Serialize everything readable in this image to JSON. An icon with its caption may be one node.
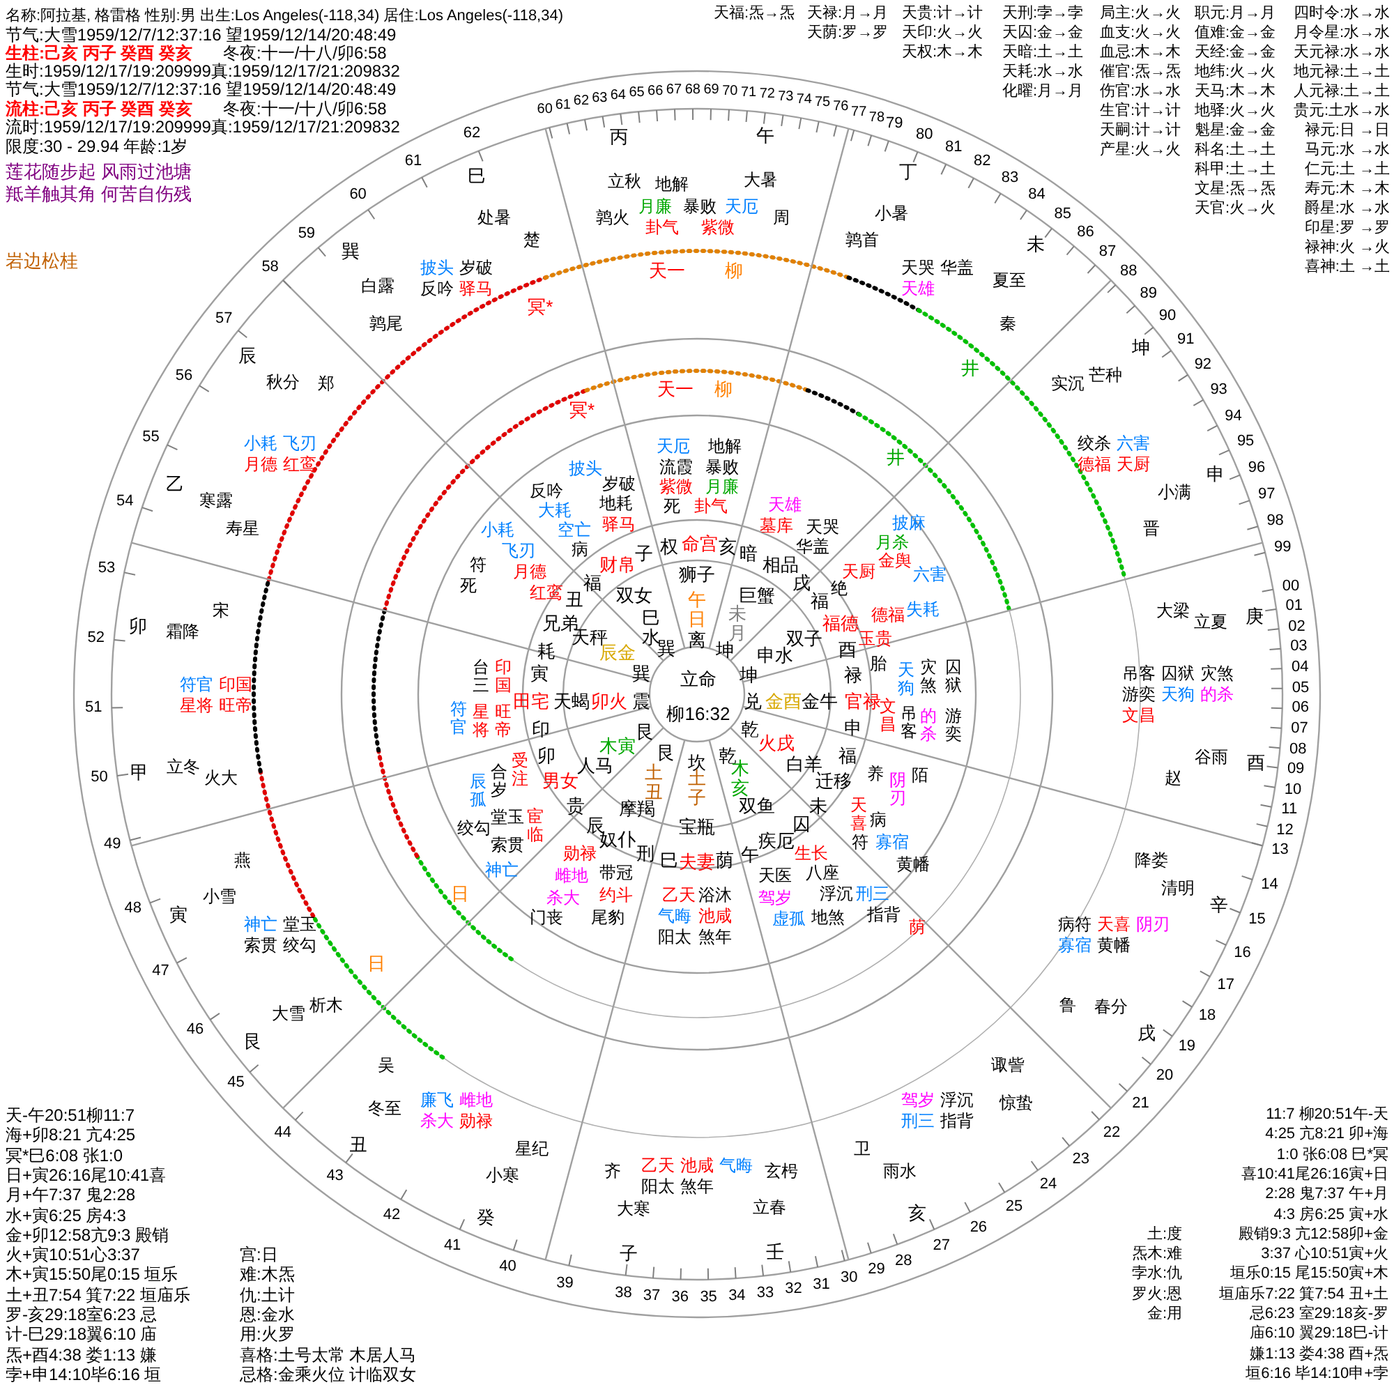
{
  "diagram": {
    "labels": [
      "名称:阿拉基, 格雷格 性别:男 出生:Los Angeles(-118,34) 居住:Los Angeles(-118,34)",
      "节气:大雪1959/12/7/12:37:16 望1959/12/14/20:48:49",
      "生柱:己亥 丙子 癸酉 癸亥",
      "冬夜:十一/十八/卯6:58",
      "生时:1959/12/17/19:209999真:1959/12/17/21:209832",
      "节气:大雪1959/12/7/12:37:16 望1959/12/14/20:48:49",
      "流柱:己亥 丙子 癸酉 癸亥",
      "冬夜:十一/十八/卯6:58",
      "流时:1959/12/17/19:209999真:1959/12/17/21:209832",
      "限度:30 - 29.94 年龄:1岁",
      "莲花随步起 风雨过池塘",
      "羝羊触其角 何苦自伤残",
      "岩边松桂",
      "天福:炁→炁",
      "天禄:月→月",
      "天贵:计→计",
      "天刑:孛→孛",
      "局主:火→火",
      "职元:月→月",
      "四时令:水→水",
      "天荫:罗→罗",
      "天印:火→火",
      "天囚:金→金",
      "血支:火→火",
      "值难:金→金",
      "月令星:水→水",
      "天权:木→木",
      "天暗:土→土",
      "血忌:木→木",
      "天经:金→金",
      "天元禄:水→水",
      "天耗:水→水",
      "催官:炁→炁",
      "地纬:火→火",
      "地元禄:土→土",
      "化曜:月→月",
      "伤官:水→水",
      "天马:木→木",
      "人元禄:土→土",
      "生官:计→计",
      "地驿:火→火",
      "贵元:土水→水",
      "天嗣:计→计",
      "魁星:金→金",
      "禄元:日 →日",
      "产星:火→火",
      "科名:土→土",
      "马元:水 →水",
      "科甲:土→土",
      "仁元:土 →土",
      "文星:炁→炁",
      "寿元:木 →木",
      "天官:火→火",
      "爵星:水 →水",
      "印星:罗 →罗",
      "禄神:火 →火",
      "喜神:土 →土",
      "00",
      "01",
      "02",
      "03",
      "04",
      "05",
      "06",
      "07",
      "08",
      "09",
      "10",
      "11",
      "12",
      "13",
      "14",
      "15",
      "16",
      "17",
      "18",
      "19",
      "20",
      "21",
      "22",
      "23",
      "24",
      "25",
      "26",
      "27",
      "39",
      "38",
      "37",
      "36",
      "35",
      "34",
      "33",
      "32",
      "31",
      "30",
      "29",
      "28",
      "40",
      "41",
      "42",
      "43",
      "44",
      "45",
      "46",
      "47",
      "48",
      "49",
      "50",
      "51",
      "52",
      "53",
      "54",
      "55",
      "56",
      "57",
      "58",
      "59",
      "60",
      "61",
      "62",
      "60",
      "61",
      "62",
      "63",
      "64",
      "65",
      "66",
      "67",
      "68",
      "69",
      "70",
      "71",
      "72",
      "73",
      "74",
      "75",
      "76",
      "77",
      "78",
      "79",
      "80",
      "81",
      "82",
      "83",
      "84",
      "85",
      "86",
      "87",
      "88",
      "89",
      "90",
      "91",
      "92",
      "93",
      "94",
      "95",
      "96",
      "97",
      "98",
      "99",
      "丙",
      "午",
      "丁",
      "未",
      "坤",
      "申",
      "庚",
      "酉",
      "辛",
      "戌",
      "亥",
      "子",
      "壬",
      "癸",
      "丑",
      "艮",
      "寅",
      "甲",
      "卯",
      "乙",
      "辰",
      "巽",
      "巳",
      "立秋",
      "大暑",
      "小暑",
      "夏至",
      "芒种",
      "小满",
      "立夏",
      "谷雨",
      "清明",
      "春分",
      "惊蛰",
      "雨水",
      "大寒",
      "立春",
      "小寒",
      "冬至",
      "大雪",
      "小雪",
      "立冬",
      "霜降",
      "寒露",
      "秋分",
      "白露",
      "处暑",
      "鹑火",
      "周",
      "鹑首",
      "秦",
      "实沉",
      "晋",
      "大梁",
      "赵",
      "降娄",
      "鲁",
      "诹訾",
      "卫",
      "齐",
      "玄枵",
      "星纪",
      "吴",
      "析木",
      "燕",
      "火大",
      "宋",
      "寿星",
      "郑",
      "鹑尾",
      "楚",
      "地解",
      "月廉",
      "暴败",
      "天厄",
      "卦气",
      "紫微",
      "天哭",
      "华盖",
      "天雄",
      "绞杀",
      "六害",
      "德福",
      "天厨",
      "吊客",
      "囚狱",
      "灾煞",
      "游奕",
      "天狗",
      "的杀",
      "文昌",
      "病符",
      "天喜",
      "阴刃",
      "寡宿",
      "黄幡",
      "驾岁",
      "浮沉",
      "刑三",
      "指背",
      "乙天",
      "池咸",
      "气晦",
      "阳太",
      "煞年",
      "廉飞",
      "雌地",
      "杀大",
      "勋禄",
      "神亡",
      "堂玉",
      "索贯",
      "绞勾",
      "符官",
      "印国",
      "星将",
      "旺帝",
      "小耗",
      "飞刃",
      "月德",
      "红鸾",
      "披头",
      "岁破",
      "反吟",
      "驿马",
      "天厄",
      "地解",
      "流霞",
      "暴败",
      "紫微",
      "月廉",
      "死",
      "卦气",
      "天雄",
      "墓库",
      "天哭",
      "华盖",
      "披麻",
      "月杀",
      "金舆",
      "天厨",
      "绝",
      "六害",
      "德福",
      "失耗",
      "玉贵",
      "胎",
      "天狗",
      "灾煞",
      "文昌",
      "吊客",
      "的杀",
      "囚狱",
      "游奕",
      "养",
      "阴刃",
      "陌",
      "天喜",
      "病",
      "符",
      "寡宿",
      "黄幡",
      "生长",
      "天医",
      "八座",
      "驾岁",
      "浮沉",
      "刑三",
      "虚孤",
      "地煞",
      "指背",
      "荫",
      "乙天",
      "浴沐",
      "气晦",
      "池咸",
      "阳太",
      "煞年",
      "带冠",
      "约斗",
      "尾豹",
      "勋禄",
      "雌地",
      "杀大",
      "门丧",
      "辰孤",
      "合岁",
      "受注",
      "宦临",
      "堂玉",
      "绞勾",
      "索贯",
      "神亡",
      "台三",
      "印国",
      "符官",
      "星将",
      "旺帝",
      "反吟",
      "披头",
      "岁破",
      "地耗",
      "大耗",
      "空亡",
      "驿马",
      "病",
      "小耗",
      "飞刃",
      "月德",
      "红鸾",
      "符",
      "死",
      "天一",
      "柳",
      "冥*",
      "井",
      "日",
      "天一",
      "柳",
      "冥*",
      "井",
      "日",
      "狮子",
      "午日",
      "离",
      "巨蟹",
      "未月",
      "坤",
      "双子",
      "申水",
      "坤",
      "兑",
      "金酉",
      "金牛",
      "乾",
      "火戌",
      "白羊",
      "乾",
      "木亥",
      "双鱼",
      "坎",
      "土子",
      "宝瓶",
      "艮",
      "土丑",
      "摩羯",
      "艮",
      "木寅",
      "人马",
      "天蝎",
      "卯火",
      "震",
      "巽",
      "辰金",
      "天秤",
      "巽",
      "巳水",
      "双女",
      "权",
      "命宫",
      "亥",
      "暗",
      "相品",
      "戌",
      "福",
      "福德",
      "酉",
      "禄",
      "官禄",
      "申",
      "福",
      "迁移",
      "未",
      "辰",
      "奴仆",
      "刑",
      "巳",
      "夫妻",
      "荫",
      "午",
      "疾厄",
      "囚",
      "贵",
      "男女",
      "卯",
      "印",
      "田宅",
      "寅",
      "耗",
      "兄弟",
      "丑",
      "福",
      "财帛",
      "子",
      "立命",
      "柳16:32",
      "天-午20:51柳11:7",
      "海+卯8:21 亢4:25",
      "冥*巳6:08 张1:0",
      "日+寅26:16尾10:41喜",
      "月+午7:37 鬼2:28",
      "水+寅6:25 房4:3",
      "金+卯12:58亢9:3 殿销",
      "火+寅10:51心3:37",
      "木+寅15:50尾0:15 垣乐",
      "土+丑7:54 箕7:22 垣庙乐",
      "罗-亥29:18室6:23 忌",
      "计-巳29:18翼6:10 庙",
      "炁+酉4:38 娄1:13 嫌",
      "孛+申14:10毕6:16 垣",
      "宫:日",
      "难:木炁",
      "仇:土计",
      "恩:金水",
      "用:火罗",
      "喜格:土号太常 木居人马",
      "忌格:金乘火位 计临双女",
      "11:7 柳20:51午-天",
      "4:25 亢8:21 卯+海",
      "1:0 张6:08 巳*冥",
      "喜10:41尾26:16寅+日",
      "2:28 鬼7:37 午+月",
      "4:3 房6:25 寅+水",
      "殿销9:3 亢12:58卯+金",
      "3:37 心10:51寅+火",
      "垣乐0:15 尾15:50寅+木",
      "垣庙乐7:22 箕7:54 丑+土",
      "忌6:23 室29:18亥-罗",
      "庙6:10 翼29:18巳-计",
      "嫌1:13 娄4:38 酉+炁",
      "垣6:16 毕14:10申+孛",
      "土:度",
      "炁木:难",
      "孛水:仇",
      "罗火:恩",
      "金:用"
    ]
  }
}
